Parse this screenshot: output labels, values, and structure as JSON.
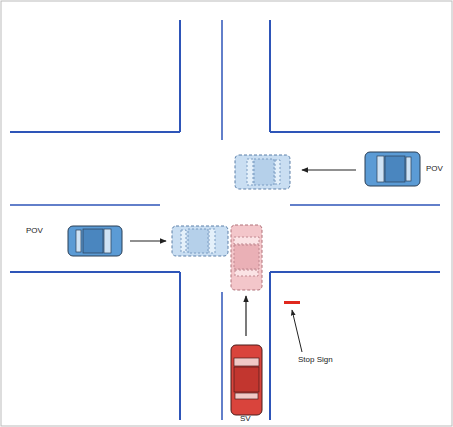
{
  "diagram": {
    "labels": [
      "POV",
      "POV",
      "SV",
      "Stop Sign"
    ]
  }
}
